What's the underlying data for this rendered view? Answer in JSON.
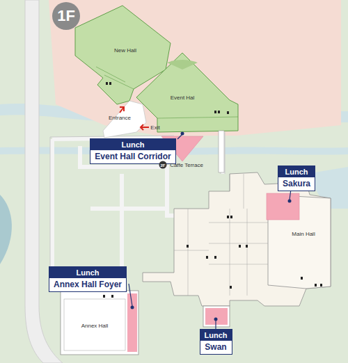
{
  "diagram": {
    "nodes": [
      {
        "text": [
          "1F"
        ]
      },
      {
        "text": [
          "Lunch",
          "Event Hall Corridor"
        ]
      },
      {
        "text": [
          "Lunch",
          "Sakura"
        ]
      },
      {
        "text": [
          "Lunch",
          "Annex Hall Foyer"
        ]
      },
      {
        "text": [
          "Lunch",
          "Swan"
        ]
      }
    ],
    "labels": [
      "New Hall",
      "Event Hal",
      "Entrance",
      "Exit",
      "2F",
      "Caffe Terrace",
      "Main Hall",
      "Annex Hall"
    ]
  }
}
